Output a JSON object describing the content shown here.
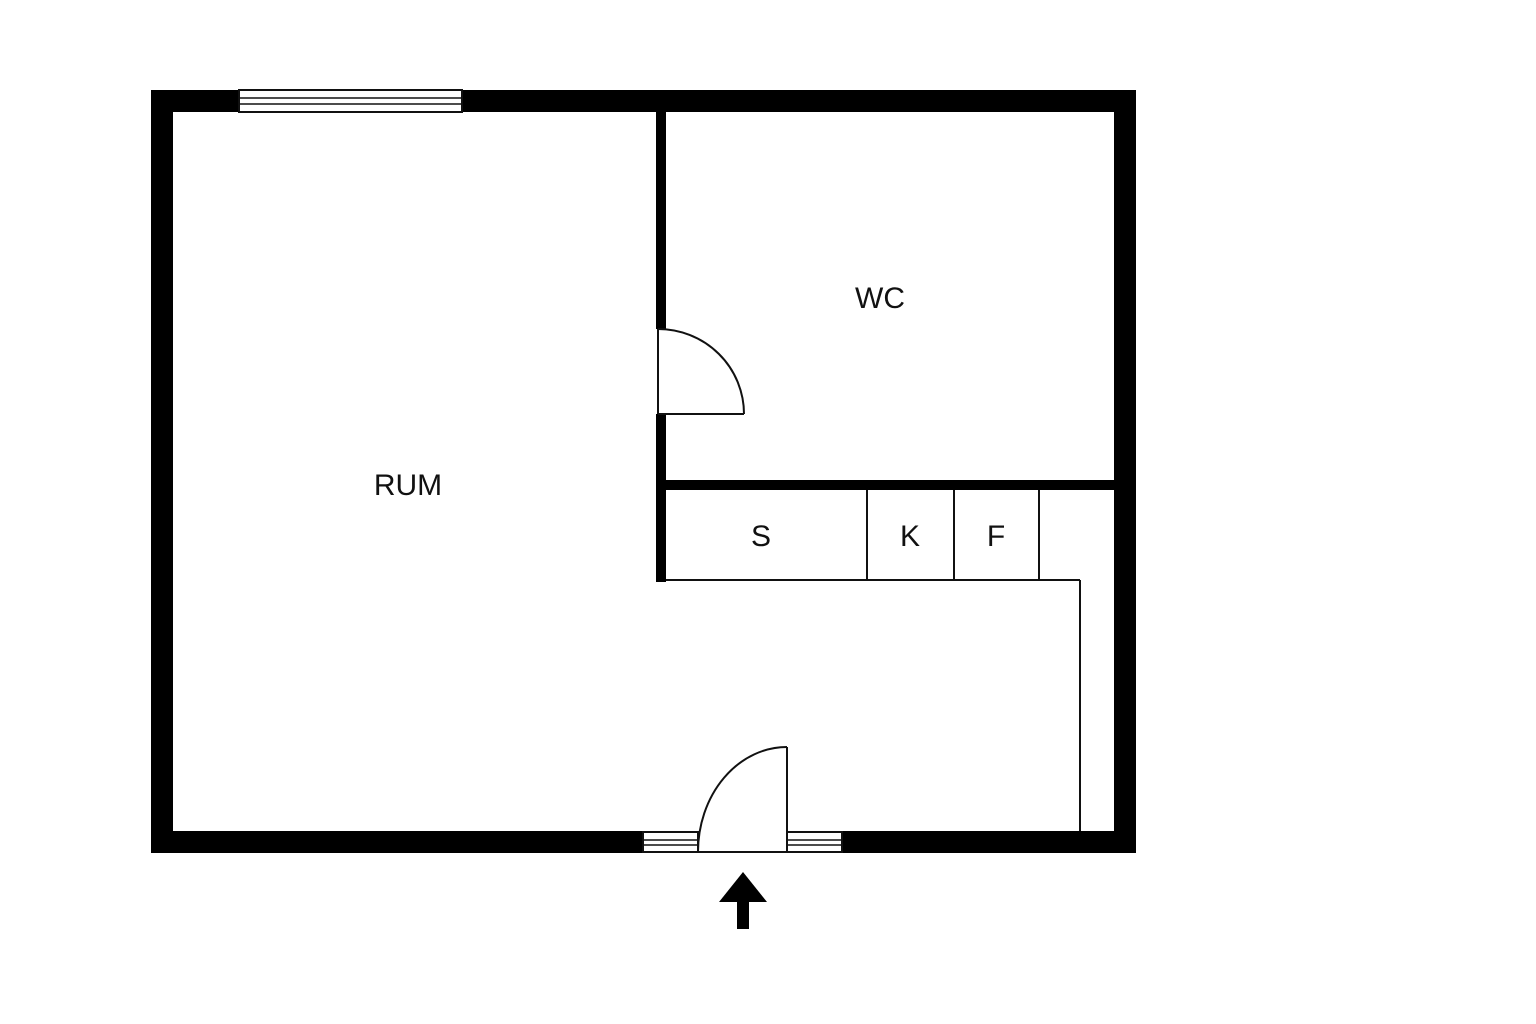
{
  "floor_plan": {
    "rooms": {
      "main_room": "RUM",
      "bathroom": "WC",
      "storage_s": "S",
      "storage_k": "K",
      "storage_f": "F"
    },
    "colors": {
      "wall": "#000000",
      "background": "#ffffff",
      "line": "#111111"
    }
  }
}
